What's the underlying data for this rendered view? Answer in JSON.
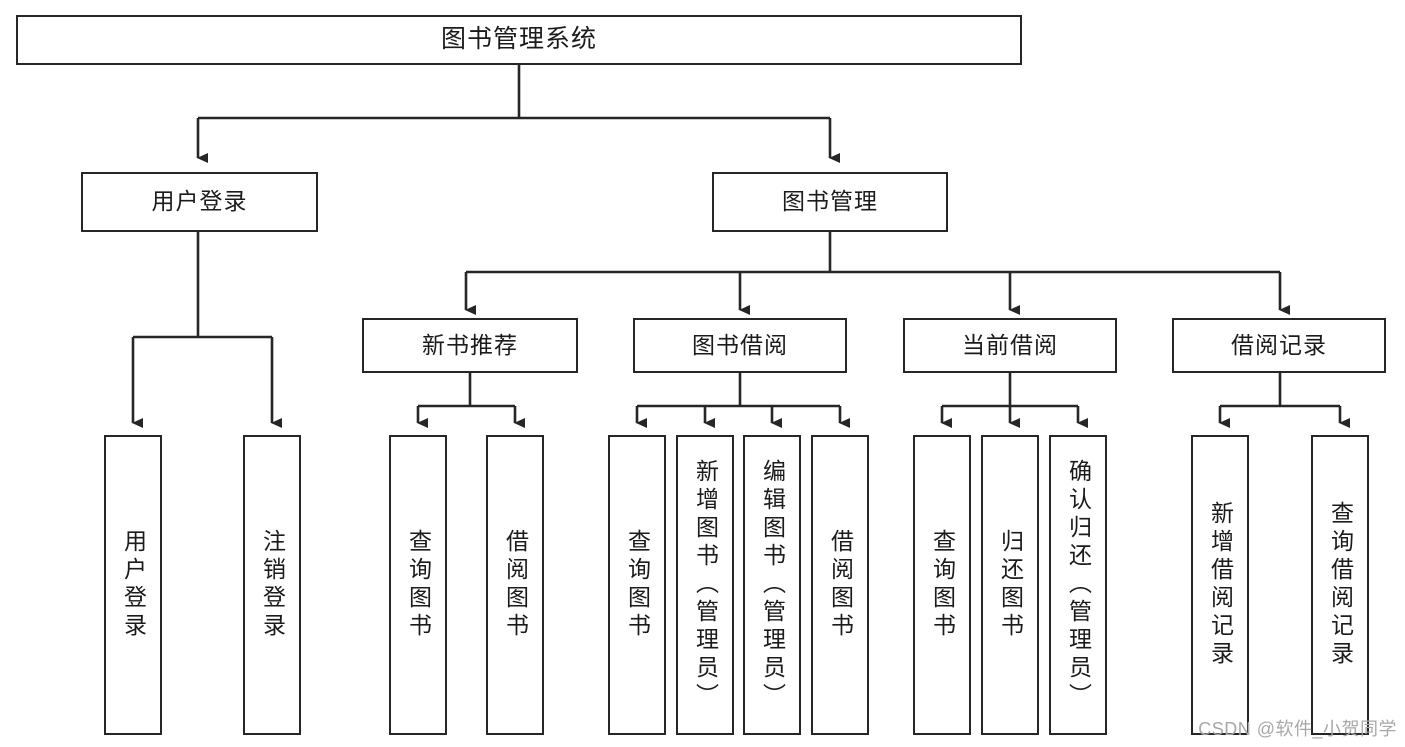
{
  "diagram": {
    "title": "图书管理系统",
    "type": "tree-hierarchy-diagram",
    "colors": {
      "box_border": "#262626",
      "box_fill": "#ffffff",
      "line": "#262626",
      "text": "#1b1b1b",
      "watermark": "#a8a8a8"
    },
    "root": {
      "label": "图书管理系统"
    },
    "level2": [
      {
        "label": "用户登录"
      },
      {
        "label": "图书管理"
      }
    ],
    "level3": [
      {
        "label": "新书推荐"
      },
      {
        "label": "图书借阅"
      },
      {
        "label": "当前借阅"
      },
      {
        "label": "借阅记录"
      }
    ],
    "leaves": {
      "user_login": [
        {
          "label": "用户登录"
        },
        {
          "label": "注销登录"
        }
      ],
      "new_book_recommend": [
        {
          "label": "查询图书"
        },
        {
          "label": "借阅图书"
        }
      ],
      "book_borrow": [
        {
          "label": "查询图书"
        },
        {
          "label": "新增图书（管理员）"
        },
        {
          "label": "编辑图书（管理员）"
        },
        {
          "label": "借阅图书"
        }
      ],
      "current_borrow": [
        {
          "label": "查询图书"
        },
        {
          "label": "归还图书"
        },
        {
          "label": "确认归还（管理员）"
        }
      ],
      "borrow_records": [
        {
          "label": "新增借阅记录"
        },
        {
          "label": "查询借阅记录"
        }
      ]
    },
    "watermark": "CSDN @软件_小贺同学"
  }
}
